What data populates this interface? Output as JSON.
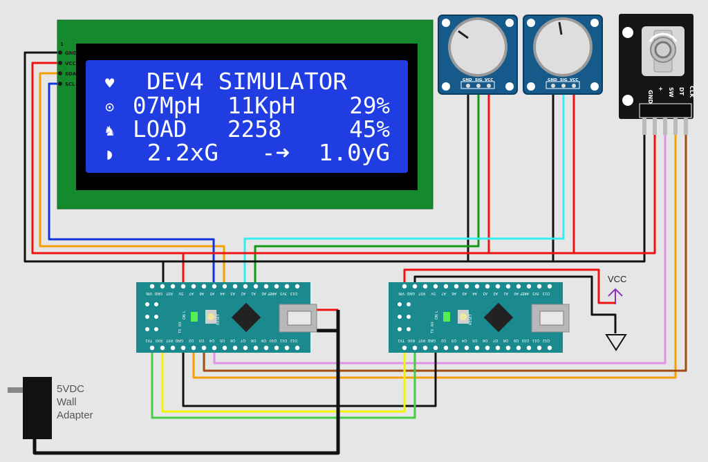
{
  "lcd": {
    "pins": {
      "p1": "1",
      "gnd": "GND",
      "vcc": "VCC",
      "sda": "SDA",
      "scl": "SCL"
    },
    "rows": [
      {
        "icon": "♥",
        "text": "DEV4 SIMULATOR"
      },
      {
        "icon": "⊙",
        "text": "07MpH  11KpH    29%"
      },
      {
        "icon": "♞",
        "text": "LOAD   2258     45%"
      },
      {
        "icon": "◗",
        "text": " 2.2xG   -➜  1.0yG"
      }
    ]
  },
  "potentiometers": [
    {
      "pins": [
        "GND",
        "SIG",
        "VCC"
      ]
    },
    {
      "pins": [
        "GND",
        "SIG",
        "VCC"
      ]
    }
  ],
  "encoder": {
    "pins": [
      "GND",
      "+",
      "SW",
      "DT",
      "CLK"
    ]
  },
  "arduino1": {
    "top_pins": [
      "D13",
      "3V3",
      "AREF",
      "A0",
      "A1",
      "A2",
      "A3",
      "A4",
      "A5",
      "A6",
      "A7",
      "5V",
      "RST",
      "GND",
      "VIN"
    ],
    "bottom_pins": [
      "D12",
      "D11",
      "D10",
      "D9",
      "D8",
      "D7",
      "D6",
      "D5",
      "D4",
      "D3",
      "D2",
      "GND",
      "RST",
      "RX0",
      "TX1"
    ],
    "leds": [
      "L",
      "ON",
      "RX",
      "TX"
    ],
    "reset": "RESET"
  },
  "arduino2": {
    "top_pins": [
      "D13",
      "3V3",
      "AREF",
      "A0",
      "A1",
      "A2",
      "A3",
      "A4",
      "A5",
      "A6",
      "A7",
      "5V",
      "RST",
      "GND",
      "VIN"
    ],
    "bottom_pins": [
      "D12",
      "D11",
      "D10",
      "D9",
      "D8",
      "D7",
      "D6",
      "D5",
      "D4",
      "D3",
      "D2",
      "GND",
      "RST",
      "RX0",
      "TX1"
    ],
    "leds": [
      "L",
      "ON",
      "RX",
      "TX"
    ],
    "reset": "RESET"
  },
  "power_symbol": {
    "label": "VCC"
  },
  "wall_adapter": {
    "line1": "5VDC",
    "line2": "Wall",
    "line3": "Adapter"
  },
  "wire_colors": {
    "black": "#111111",
    "red": "#ee1111",
    "orange": "#f5a000",
    "blue": "#1133dd",
    "cyan": "#33eeee",
    "green": "#119911",
    "violet": "#e090e8",
    "brown": "#a04a10",
    "yellow": "#f4f400",
    "lime": "#44cc44"
  }
}
